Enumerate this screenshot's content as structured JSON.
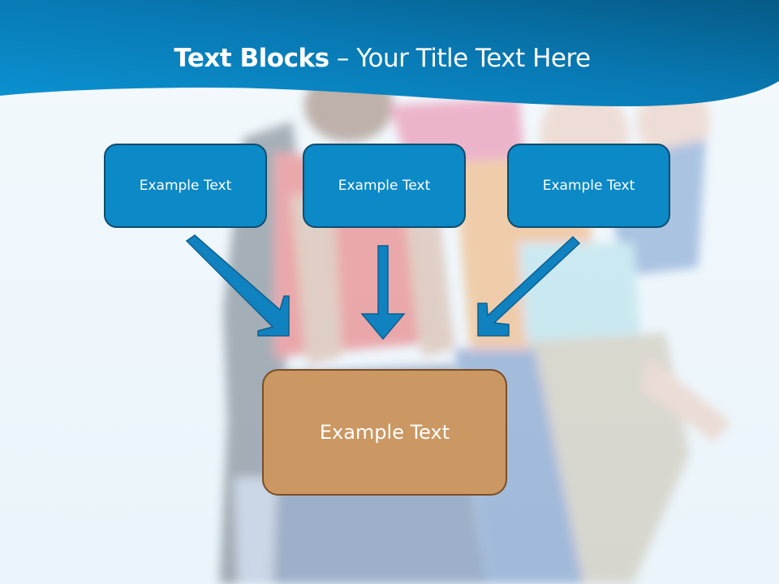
{
  "slide": {
    "title_bold": "Text Blocks",
    "title_dash": " – ",
    "title_rest": "Your Title Text Here"
  },
  "top_boxes": [
    {
      "label": "Example Text"
    },
    {
      "label": "Example Text"
    },
    {
      "label": "Example Text"
    }
  ],
  "bottom_box": {
    "label": "Example Text"
  },
  "colors": {
    "header_dark": "#075d8c",
    "header_light": "#0b93d3",
    "box_blue": "#0c89c7",
    "box_blue_border": "#0d4d6e",
    "box_brown": "#cb9762",
    "box_brown_border": "#7a4e26",
    "arrow_fill": "#1082c0",
    "arrow_stroke": "#0d5f8d"
  },
  "icons": {
    "arrow_left": "arrow-down-right-icon",
    "arrow_center": "arrow-down-icon",
    "arrow_right": "arrow-down-left-icon"
  }
}
